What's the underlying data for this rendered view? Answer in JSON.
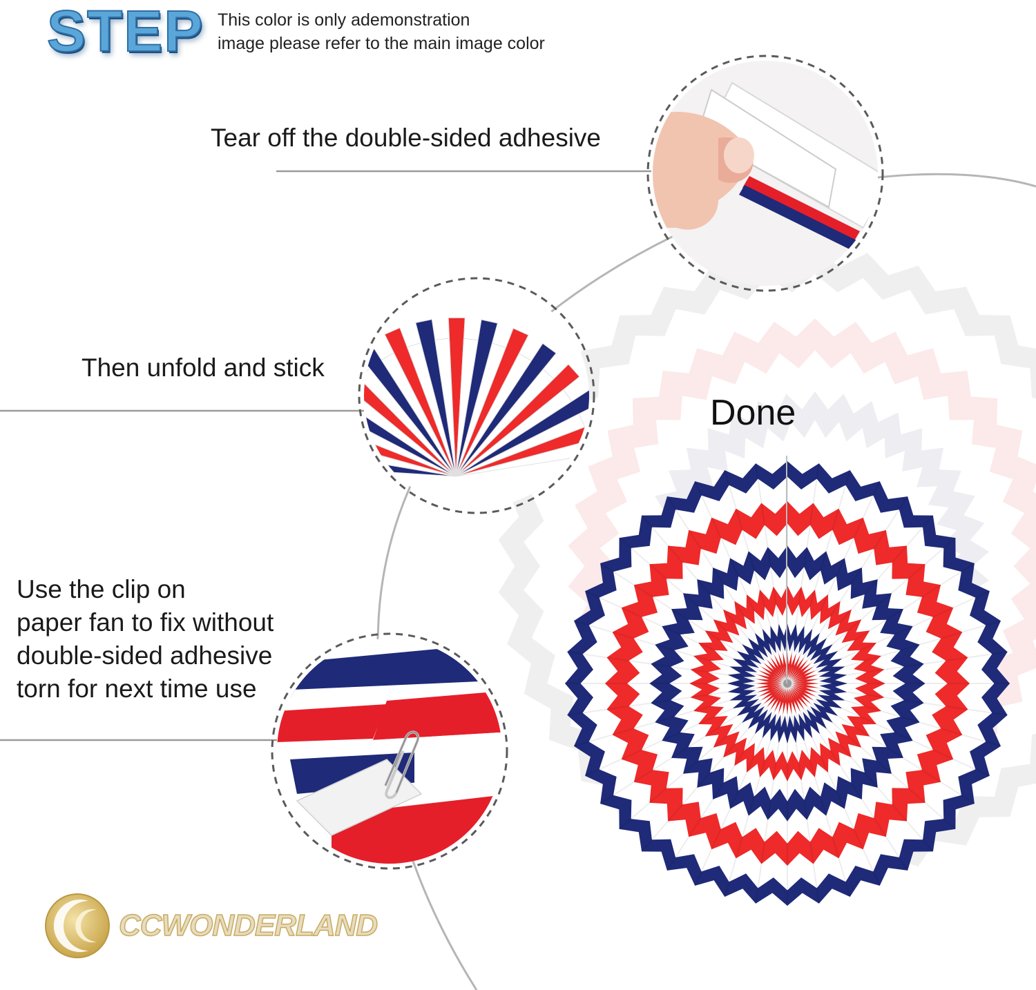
{
  "header": {
    "title": "STEP",
    "note_line1": "This color is only ademonstration",
    "note_line2": "image please refer to the main image color"
  },
  "steps": [
    {
      "id": "tear",
      "label": "Tear off the double-sided adhesive"
    },
    {
      "id": "unfold",
      "label": "Then unfold and stick"
    },
    {
      "id": "clip",
      "lines": [
        "Use the clip on",
        "paper fan to fix without",
        "double-sided adhesive",
        "torn for next time use"
      ]
    }
  ],
  "result": {
    "label": "Done"
  },
  "brand": {
    "name": "CCWONDERLAND"
  },
  "colors": {
    "navy": "#1f2a78",
    "red": "#ee2a2a",
    "white": "#ffffff",
    "gold": "#d8bd6a",
    "step_blue": "#5aa6d8"
  }
}
